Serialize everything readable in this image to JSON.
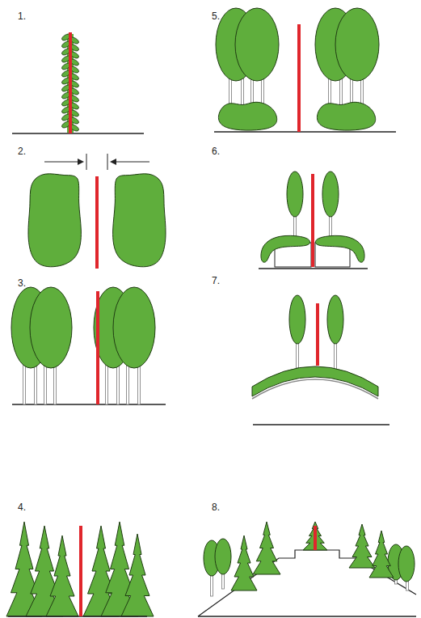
{
  "diagram": {
    "labels": [
      "1.",
      "2.",
      "3.",
      "4.",
      "5.",
      "6.",
      "7.",
      "8."
    ]
  }
}
